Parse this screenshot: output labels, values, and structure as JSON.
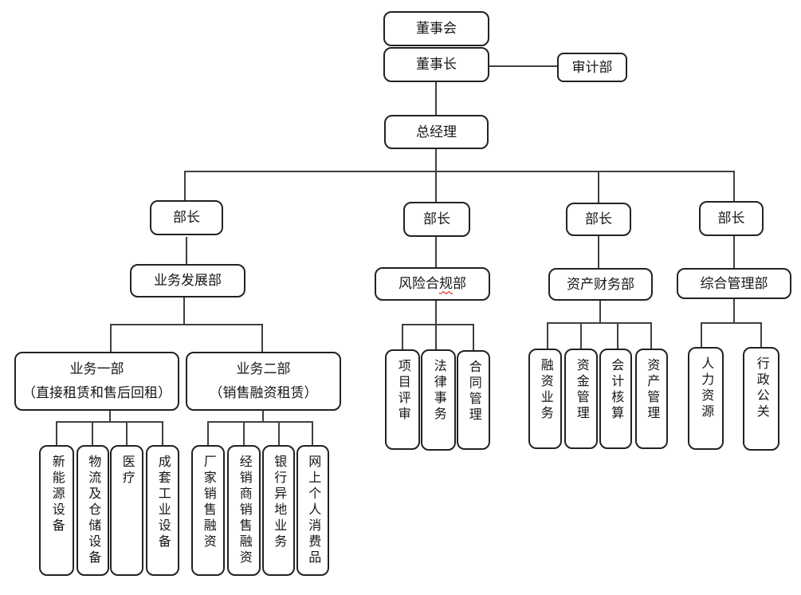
{
  "diagram": {
    "type": "org-chart",
    "board": {
      "label": "董事会"
    },
    "chairman": {
      "label": "董事长"
    },
    "audit": {
      "label": "审计部"
    },
    "general_manager": {
      "label": "总经理"
    },
    "branches": [
      {
        "head": "部长",
        "dept": "业务发展部",
        "divisions": [
          {
            "name": "业务一部",
            "subtitle": "（直接租赁和售后回租）",
            "children": [
              "新能源设备",
              "物流及仓储设备",
              "医疗",
              "成套工业设备"
            ]
          },
          {
            "name": "业务二部",
            "subtitle": "（销售融资租赁）",
            "children": [
              "厂家销售融资",
              "经销商销售融资",
              "银行异地业务",
              "网上个人消费品"
            ]
          }
        ]
      },
      {
        "head": "部长",
        "dept": "风险合规部",
        "dept_parts": {
          "before": "风险合",
          "flagged": "规",
          "after": "部"
        },
        "children": [
          "项目评审",
          "法律事务",
          "合同管理"
        ]
      },
      {
        "head": "部长",
        "dept": "资产财务部",
        "children": [
          "融资业务",
          "资金管理",
          "会计核算",
          "资产管理"
        ]
      },
      {
        "head": "部长",
        "dept": "综合管理部",
        "children": [
          "人力资源",
          "行政公关"
        ]
      }
    ]
  },
  "colors": {
    "background": "#ffffff",
    "box_border": "#222222",
    "connector": "#404040",
    "spellcheck_underline": "#e00000"
  }
}
